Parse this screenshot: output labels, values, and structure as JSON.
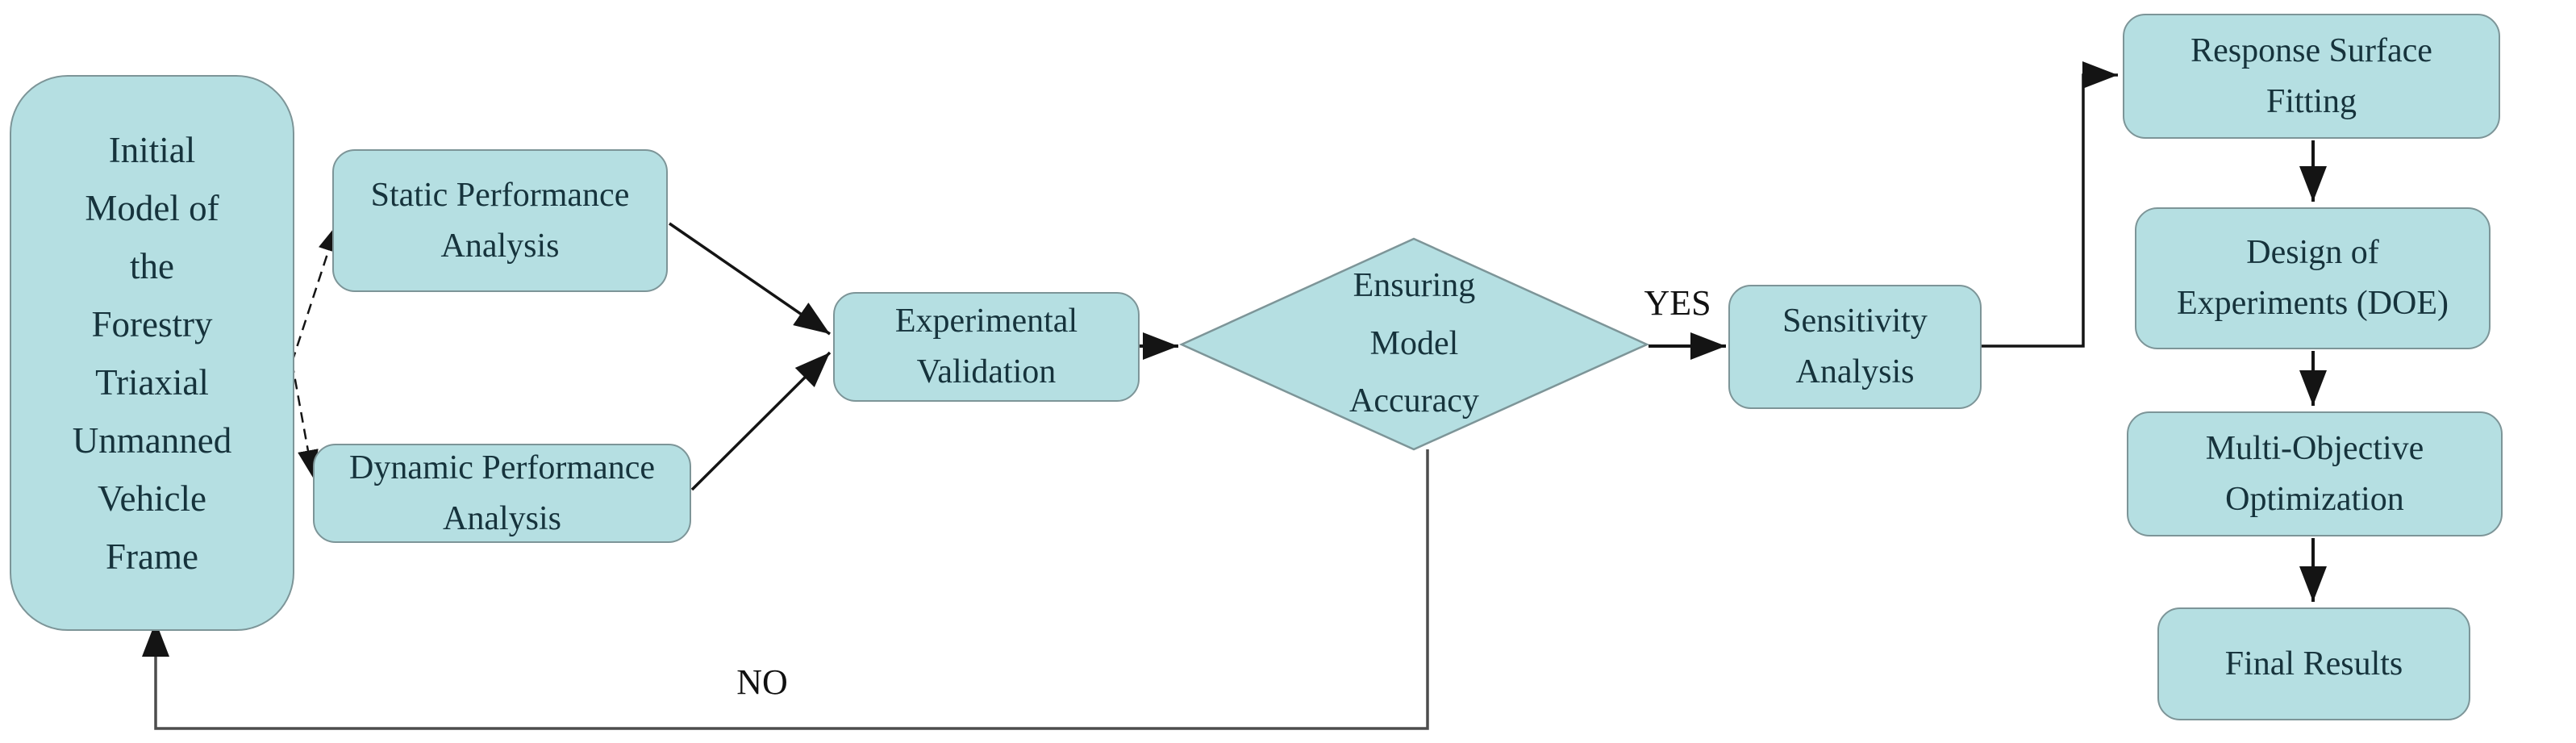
{
  "diagram": {
    "type": "flowchart",
    "nodes": {
      "initial_model": {
        "label": "Initial\nModel of\nthe\nForestry\nTriaxial\nUnmanned\nVehicle\nFrame",
        "shape": "rounded-rect"
      },
      "static_analysis": {
        "label": "Static Performance\nAnalysis",
        "shape": "rounded-rect"
      },
      "dynamic_analysis": {
        "label": "Dynamic Performance\nAnalysis",
        "shape": "rounded-rect"
      },
      "experimental_validation": {
        "label": "Experimental\nValidation",
        "shape": "rounded-rect"
      },
      "ensuring_accuracy": {
        "label": "Ensuring\nModel\nAccuracy",
        "shape": "decision-diamond"
      },
      "sensitivity_analysis": {
        "label": "Sensitivity\nAnalysis",
        "shape": "rounded-rect"
      },
      "response_surface": {
        "label": "Response Surface\nFitting",
        "shape": "rounded-rect"
      },
      "doe": {
        "label": "Design of\nExperiments (DOE)",
        "shape": "rounded-rect"
      },
      "multi_objective": {
        "label": "Multi-Objective\nOptimization",
        "shape": "rounded-rect"
      },
      "final_results": {
        "label": "Final Results",
        "shape": "rounded-rect"
      }
    },
    "edge_labels": {
      "yes": "YES",
      "no": "NO"
    },
    "edges": [
      {
        "from": "initial_model",
        "to": "static_analysis"
      },
      {
        "from": "initial_model",
        "to": "dynamic_analysis"
      },
      {
        "from": "static_analysis",
        "to": "experimental_validation"
      },
      {
        "from": "dynamic_analysis",
        "to": "experimental_validation"
      },
      {
        "from": "experimental_validation",
        "to": "ensuring_accuracy"
      },
      {
        "from": "ensuring_accuracy",
        "to": "sensitivity_analysis",
        "label": "YES"
      },
      {
        "from": "ensuring_accuracy",
        "to": "initial_model",
        "label": "NO"
      },
      {
        "from": "sensitivity_analysis",
        "to": "response_surface"
      },
      {
        "from": "response_surface",
        "to": "doe"
      },
      {
        "from": "doe",
        "to": "multi_objective"
      },
      {
        "from": "multi_objective",
        "to": "final_results"
      }
    ],
    "colors": {
      "node_fill": "#b5dfe2",
      "node_border": "#7d9598",
      "node_text": "#16333c",
      "arrow": "#141414",
      "loop_line": "#4d4d4d",
      "background": "#ffffff"
    }
  }
}
